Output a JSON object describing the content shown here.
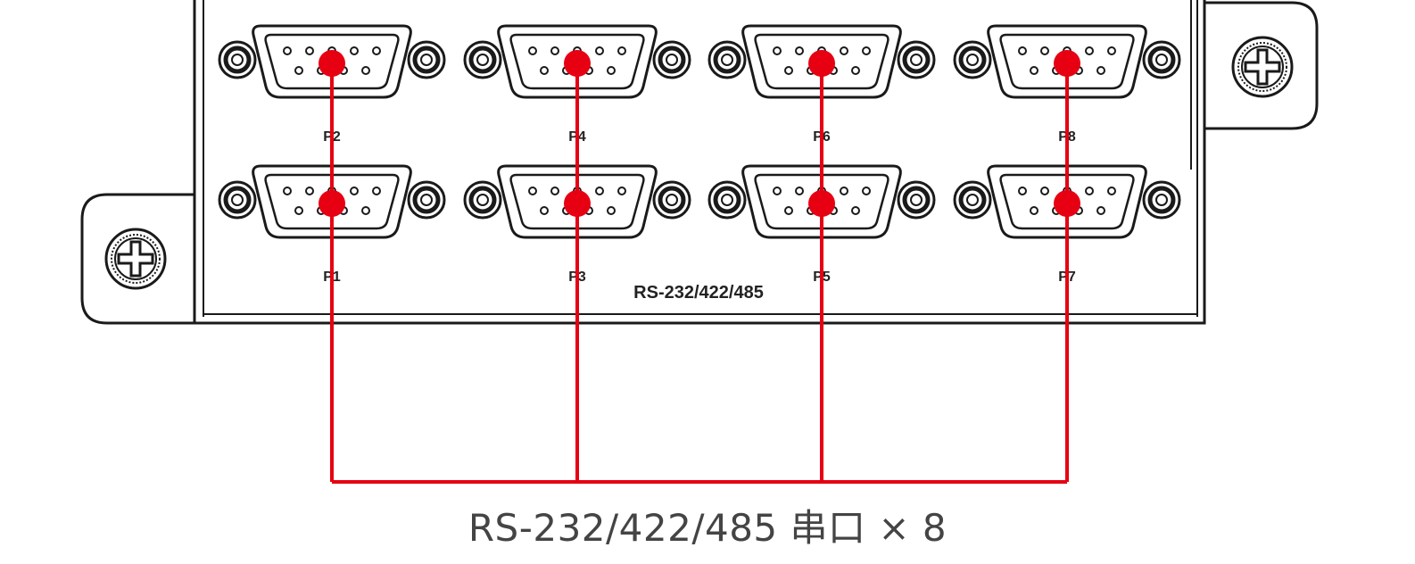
{
  "panel": {
    "label": "RS-232/422/485",
    "ports": [
      {
        "id": "P2",
        "row": "top",
        "col": 0
      },
      {
        "id": "P4",
        "row": "top",
        "col": 1
      },
      {
        "id": "P6",
        "row": "top",
        "col": 2
      },
      {
        "id": "P8",
        "row": "top",
        "col": 3
      },
      {
        "id": "P1",
        "row": "bottom",
        "col": 0
      },
      {
        "id": "P3",
        "row": "bottom",
        "col": 1
      },
      {
        "id": "P5",
        "row": "bottom",
        "col": 2
      },
      {
        "id": "P7",
        "row": "bottom",
        "col": 3
      }
    ]
  },
  "caption": "RS-232/422/485 串口 × 8",
  "colors": {
    "callout_line": "#e60012",
    "outline": "#1a1a1a",
    "caption_text": "#444444"
  },
  "icons": [
    "screw-icon",
    "db9-connector-icon",
    "hex-standoff-icon"
  ]
}
